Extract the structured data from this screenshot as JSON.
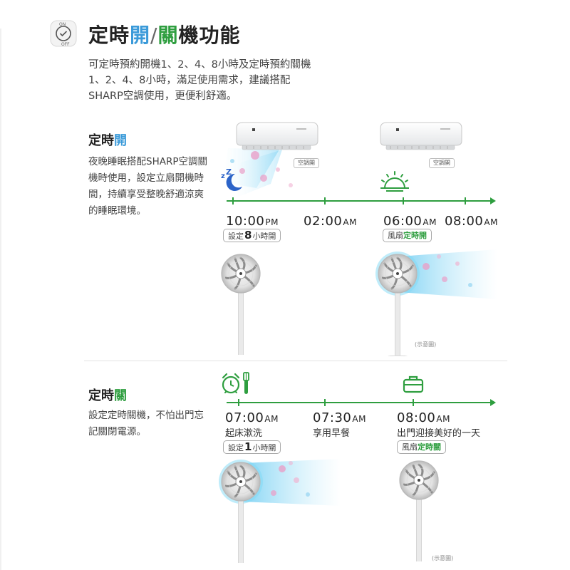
{
  "header": {
    "icon_on": "ON",
    "icon_off": "OFF",
    "title_part1": "定時",
    "title_open": "開",
    "title_slash": "/",
    "title_close": "關",
    "title_part2": "機功能",
    "intro": "可定時預約開機1、2、4、8小時及定時預約關機1、2、4、8小時，滿足使用需求，建議搭配SHARP空調使用，更便利舒適。"
  },
  "section_on": {
    "title_prefix": "定時",
    "title_accent": "開",
    "desc": "夜晚睡眠搭配SHARP空調關機時使用，設定立扇開機時間，持續享受整晚舒適涼爽的睡眠環境。",
    "ac_left_label": "空調開",
    "ac_right_label": "空調開",
    "times": [
      {
        "value": "10:00",
        "suffix": "PM"
      },
      {
        "value": "02:00",
        "suffix": "AM"
      },
      {
        "value": "06:00",
        "suffix": "AM"
      },
      {
        "value": "08:00",
        "suffix": "AM"
      }
    ],
    "pill_left_prefix": "設定",
    "pill_left_num": "8",
    "pill_left_suffix": "小時開",
    "pill_right_prefix": "風扇",
    "pill_right_accent": "定時開",
    "note": "(示意圖)"
  },
  "section_off": {
    "title_prefix": "定時",
    "title_accent": "關",
    "desc": "設定定時關機，不怕出門忘記關閉電源。",
    "times": [
      {
        "value": "07:00",
        "suffix": "AM",
        "caption": "起床漱洗"
      },
      {
        "value": "07:30",
        "suffix": "AM",
        "caption": "享用早餐"
      },
      {
        "value": "08:00",
        "suffix": "AM",
        "caption": "出門迎接美好的一天"
      }
    ],
    "pill_left_prefix": "設定",
    "pill_left_num": "1",
    "pill_left_suffix": "小時關",
    "pill_right_prefix": "風扇",
    "pill_right_accent": "定時關",
    "note": "(示意圖)"
  },
  "colors": {
    "accent_blue": "#3a9ad9",
    "accent_green": "#2e9e3f",
    "airflow_blue": "#5ec8f0",
    "bubble_pink": "#e9a0c8"
  },
  "icons": [
    "on-off-timer-icon",
    "sleep-moon-icon",
    "sunrise-icon",
    "alarm-clock-icon",
    "toothbrush-icon",
    "briefcase-icon",
    "air-conditioner-icon",
    "standing-fan-icon"
  ]
}
